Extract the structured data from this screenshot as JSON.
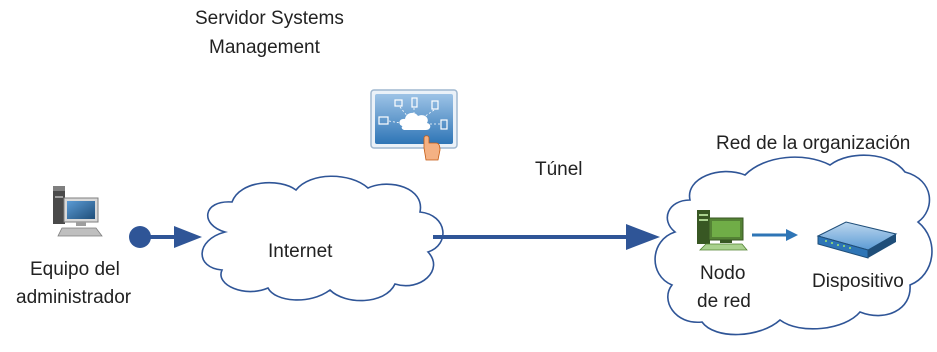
{
  "server": {
    "label_line1": "Servidor Systems",
    "label_line2": "Management",
    "icon": "cloud-management-icon"
  },
  "tunnel": {
    "label": "Túnel"
  },
  "internet": {
    "label": "Internet"
  },
  "admin": {
    "label_line1": "Equipo del",
    "label_line2": "administrador",
    "icon": "desktop-computer-icon"
  },
  "org": {
    "label": "Red de la organización"
  },
  "node": {
    "label_line1": "Nodo",
    "label_line2": "de red",
    "icon": "network-node-computer-icon"
  },
  "device": {
    "label": "Dispositivo",
    "icon": "network-switch-icon"
  },
  "colors": {
    "arrow": "#2f5597",
    "cloud_stroke": "#2f5597",
    "icon_panel": "#2e75b6"
  }
}
